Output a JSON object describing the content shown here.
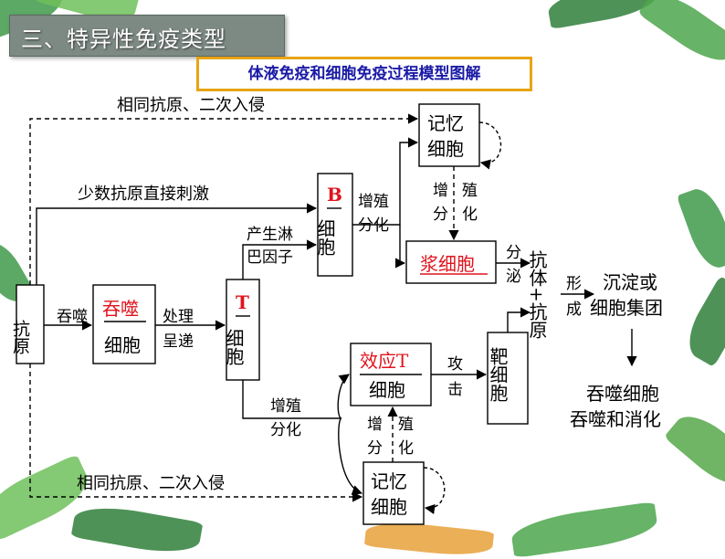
{
  "header": {
    "title": "三、特异性免疫类型",
    "subtitle": "体液免疫和细胞免疫过程模型图解"
  },
  "nodes": {
    "antigen": "抗原",
    "phago_top": "吞噬",
    "phago_bottom": "细胞",
    "t_top": "T",
    "t_bottom": "细胞",
    "b_top": "B",
    "b_bottom": "细胞",
    "memory_top": "记忆细胞",
    "plasma": "浆细胞",
    "antibody_antigen": "抗体+抗原",
    "precip": "沉淀或",
    "precip2": "细胞集团",
    "effector_top": "效应T",
    "effector_bottom": "细胞",
    "target": "靶细胞",
    "memory_bottom": "记忆细胞",
    "final1": "吞噬细胞",
    "final2": "吞噬和消化"
  },
  "edges": {
    "same_antigen_top": "相同抗原、二次入侵",
    "few_antigen": "少数抗原直接刺激",
    "engulf": "吞噬",
    "process": "处理",
    "present": "呈递",
    "lymphokine1": "产生淋",
    "lymphokine2": "巴因子",
    "proliferate_b1": "增殖",
    "proliferate_b2": "分化",
    "mem_prolif_1": "增",
    "mem_prolif_2": "分",
    "mem_prolif_3": "殖",
    "mem_prolif_4": "化",
    "secrete1": "分",
    "secrete2": "泌",
    "form1": "形",
    "form2": "成",
    "prolif_t1": "增殖",
    "prolif_t2": "分化",
    "attack1": "攻",
    "attack2": "击",
    "mem_t1": "增",
    "mem_t2": "分",
    "mem_t3": "殖",
    "mem_t4": "化",
    "same_antigen_bottom": "相同抗原、二次入侵"
  },
  "colors": {
    "red": "#e0141e",
    "title_bg": "#7d8a84",
    "border_orange": "#e8a417",
    "subtitle_blue": "#1a1aa6",
    "leaf_green": "#3f9a4a"
  }
}
